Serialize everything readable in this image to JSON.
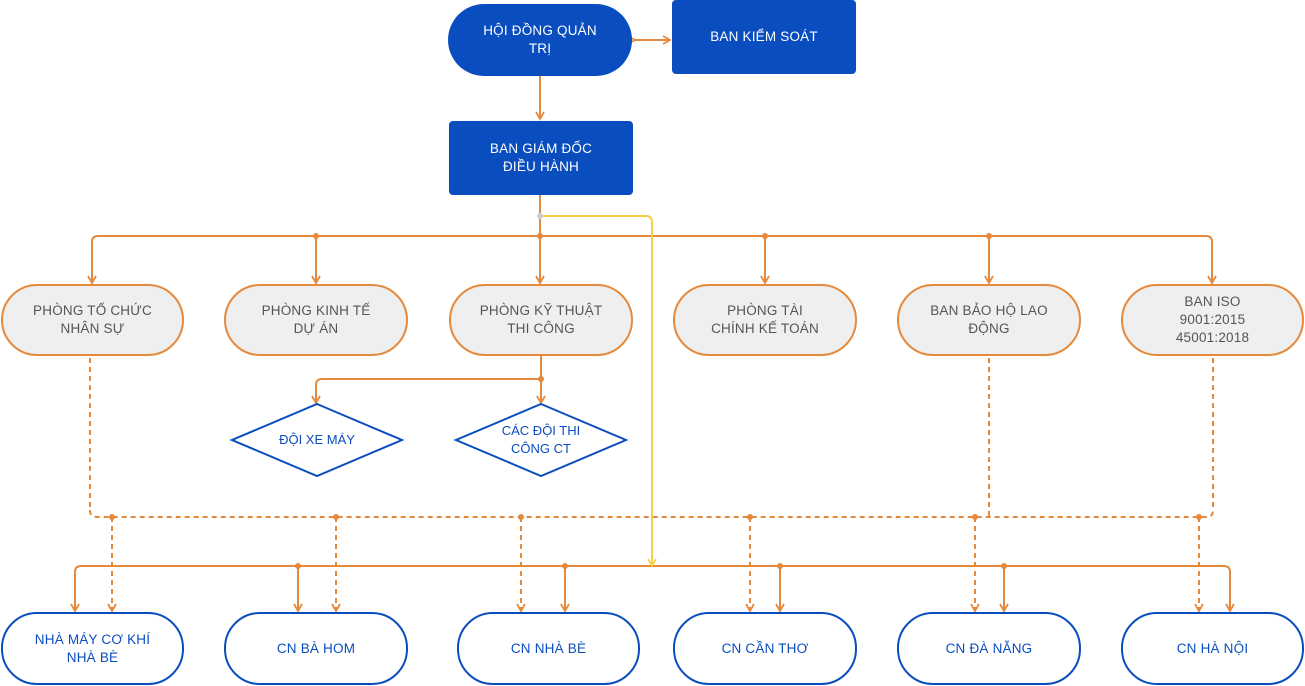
{
  "top": {
    "board": "HỘI ĐỒNG QUẢN\nTRỊ",
    "supervisory": "BAN KIỂM SOÁT",
    "executive": "BAN GIÁM ĐỐC\nĐIỀU HÀNH"
  },
  "departments": [
    "PHÒNG TỔ CHỨC\nNHÂN SỰ",
    "PHÒNG KINH TẾ\nDỰ ÁN",
    "PHÒNG KỸ THUẬT\nTHI CÔNG",
    "PHÒNG TÀI\nCHÍNH KẾ TOÁN",
    "BAN BẢO HỘ LAO\nĐỘNG",
    "BAN ISO\n9001:2015\n45001:2018"
  ],
  "teams": [
    "ĐỘI XE MÁY",
    "CÁC ĐỘI THI\nCÔNG CT"
  ],
  "branches": [
    "NHÀ MÁY CƠ KHÍ\nNHÀ BÈ",
    "CN BÀ HOM",
    "CN NHÀ BÈ",
    "CN CẦN THƠ",
    "CN ĐÀ NẴNG",
    "CN HÀ NỘI"
  ],
  "colors": {
    "primary_blue": "#0a4dbf",
    "connector_orange": "#e58a3c",
    "highlight_yellow": "#f7d04a",
    "department_fill": "#efefef"
  }
}
